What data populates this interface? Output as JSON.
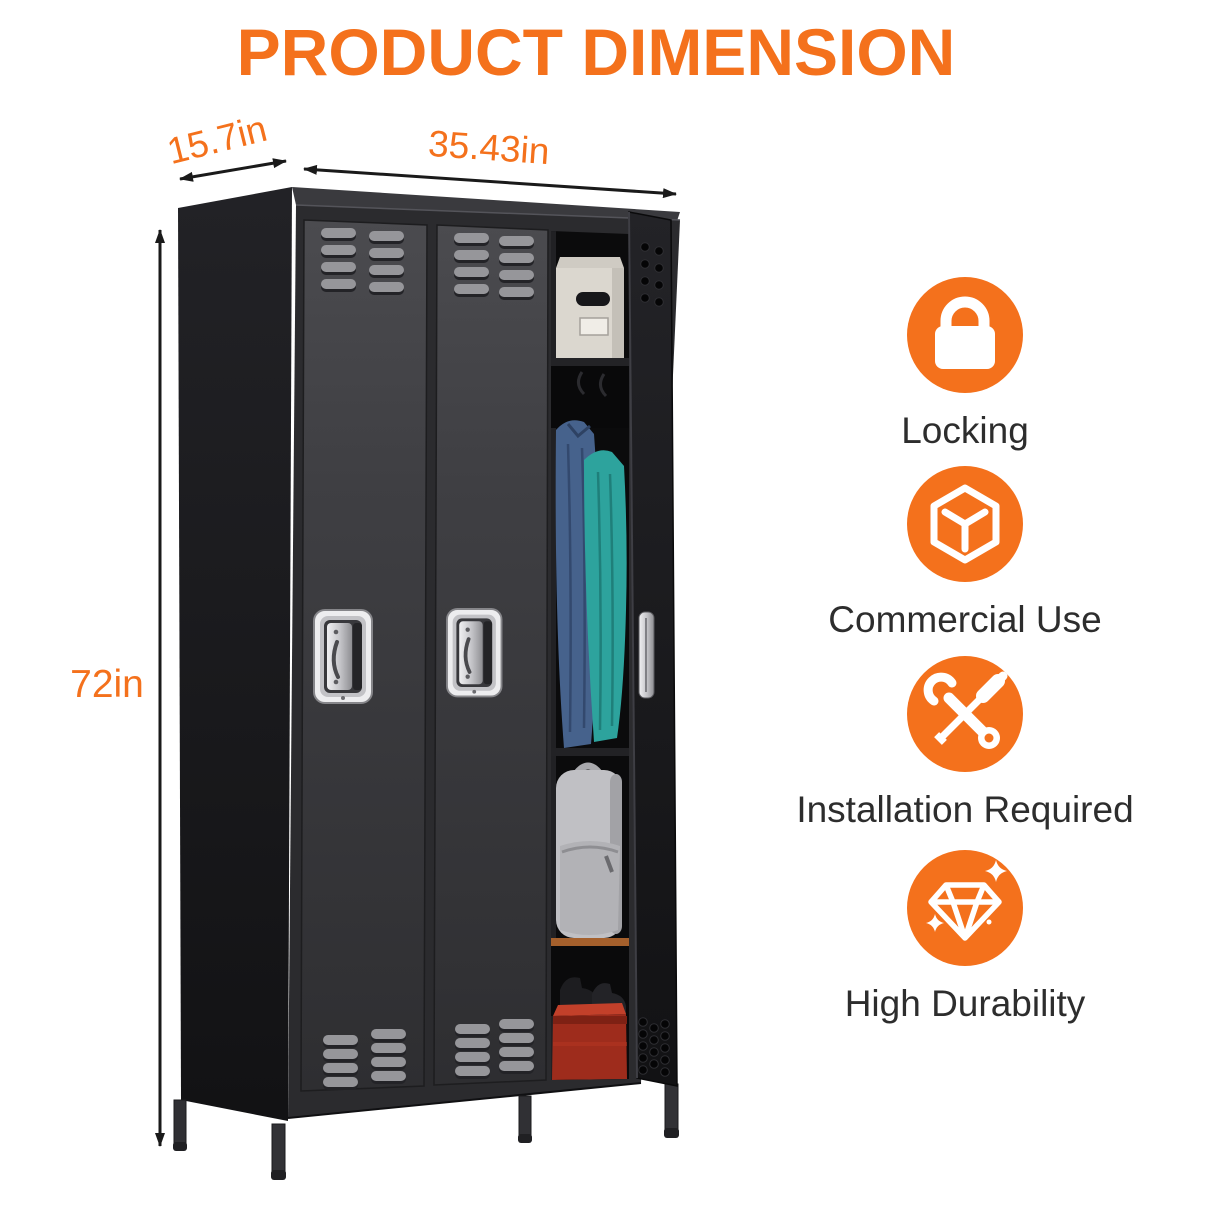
{
  "title": "PRODUCT DIMENSION",
  "colors": {
    "accent_orange": "#F4711C",
    "label_text": "#2D2D2D",
    "arrow_black": "#1A1A1A",
    "locker_body": "#2B2B2E"
  },
  "dimensions": {
    "depth": "15.7in",
    "width": "35.43in",
    "height": "72in"
  },
  "features": [
    {
      "label": "Locking",
      "icon": "lock-icon"
    },
    {
      "label": "Commercial Use",
      "icon": "cube-icon"
    },
    {
      "label": "Installation Required",
      "icon": "tools-icon"
    },
    {
      "label": "High Durability",
      "icon": "diamond-icon"
    }
  ]
}
